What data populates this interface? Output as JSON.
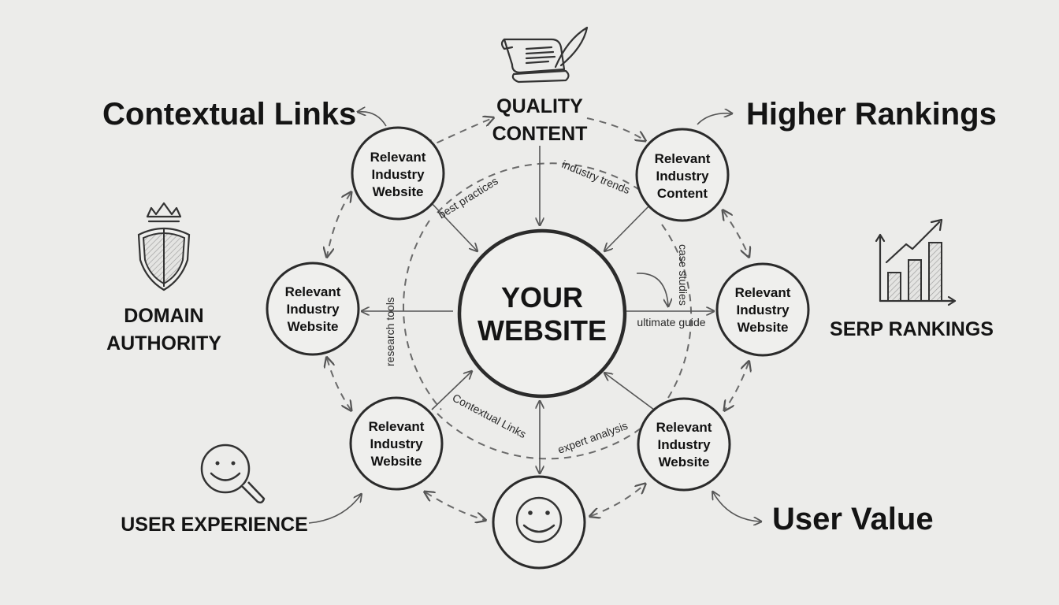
{
  "diagram": {
    "center": {
      "line1": "YOUR",
      "line2": "WEBSITE"
    },
    "nodes": [
      {
        "id": "top-left",
        "lines": [
          "Relevant",
          "Industry",
          "Website"
        ]
      },
      {
        "id": "top-right",
        "lines": [
          "Relevant",
          "Industry",
          "Content"
        ]
      },
      {
        "id": "mid-left",
        "lines": [
          "Relevant",
          "Industry",
          "Website"
        ]
      },
      {
        "id": "mid-right",
        "lines": [
          "Relevant",
          "Industry",
          "Website"
        ]
      },
      {
        "id": "bottom-left",
        "lines": [
          "Relevant",
          "Industry",
          "Website"
        ]
      },
      {
        "id": "bottom-right",
        "lines": [
          "Relevant",
          "Industry",
          "Website"
        ]
      }
    ],
    "ring_labels": {
      "best_practices": "best practices",
      "industry_trends": "industry trends",
      "case_studies": "case studies",
      "ultimate_guide": "ultimate guide",
      "research_tools": "research tools",
      "contextual_links": "Contextual Links",
      "expert_analysis": "expert analysis"
    },
    "quality_content": {
      "line1": "QUALITY",
      "line2": "CONTENT",
      "icon": "scroll-quill-icon"
    },
    "domain_authority": {
      "line1": "DOMAIN",
      "line2": "AUTHORITY",
      "icon": "shield-crown-icon"
    },
    "serp_rankings": {
      "label": "SERP RANKINGS",
      "icon": "bar-chart-up-icon"
    },
    "user_experience": {
      "label": "USER EXPERIENCE",
      "icon": "smiley-magnifier-icon"
    },
    "bottom_node_icon": "smiley-icon",
    "headlines": {
      "contextual_links": "Contextual Links",
      "higher_rankings": "Higher Rankings",
      "user_value": "User Value"
    }
  }
}
